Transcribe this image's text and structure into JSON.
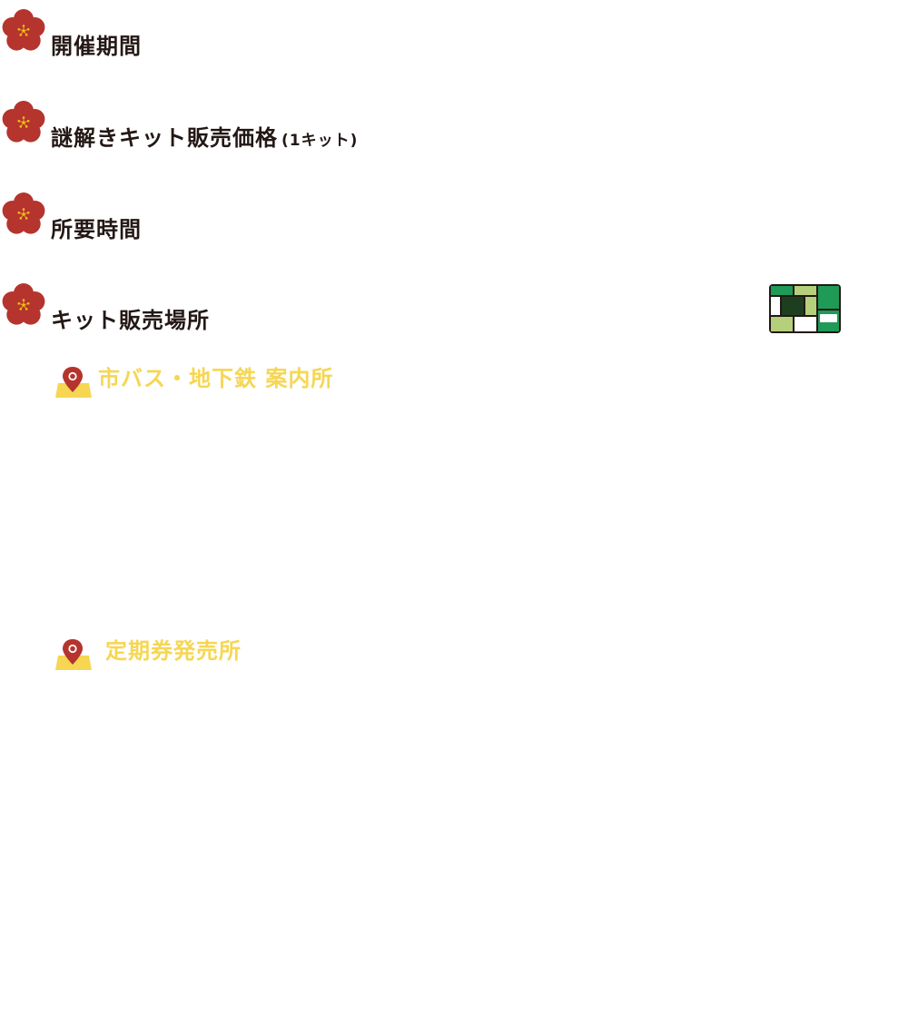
{
  "sections": [
    {
      "heading": "開催期間",
      "sub": ""
    },
    {
      "heading": "謎解きキット販売価格",
      "sub": "(1キット)"
    },
    {
      "heading": "所要時間",
      "sub": ""
    },
    {
      "heading": "キット販売場所",
      "sub": ""
    }
  ],
  "places": [
    {
      "label": "市バス・地下鉄 案内所"
    },
    {
      "label": "定期券発売所"
    }
  ],
  "icons": {
    "section_marker": "plum-blossom-icon",
    "place_marker": "map-pin-icon",
    "kit_image": "station-map-icon"
  },
  "colors": {
    "plum": "#b5342d",
    "plum_center": "#f2c21b",
    "text": "#231815",
    "place_label": "#f6d653",
    "map_dark_green": "#1f9a57",
    "map_light_green": "#b5d07a",
    "map_deep": "#1d3f1f"
  }
}
